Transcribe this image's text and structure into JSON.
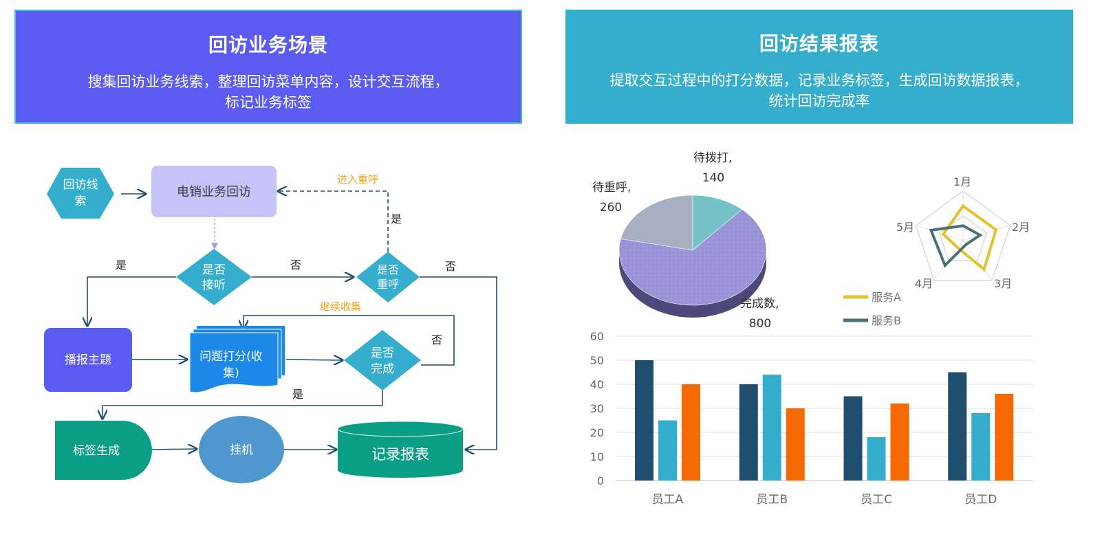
{
  "left_panel": {
    "title": "回访业务场景",
    "desc_line1": "搜集回访业务线索，整理回访菜单内容，设计交互流程，",
    "desc_line2": "标记业务标签"
  },
  "right_panel": {
    "title": "回访结果报表",
    "desc_line1": "提取交互过程中的打分数据，记录业务标签，生成回访数据报表，",
    "desc_line2": "统计回访完成率"
  },
  "flow": {
    "lead_l1": "回访线",
    "lead_l2": "索",
    "telesales": "电销业务回访",
    "answer_l1": "是否",
    "answer_l2": "接听",
    "recall_l1": "是否",
    "recall_l2": "重呼",
    "broadcast": "播报主题",
    "score_l1": "问题打分(收",
    "score_l2": "集)",
    "done_l1": "是否",
    "done_l2": "完成",
    "tag": "标签生成",
    "hangup": "挂机",
    "report": "记录报表",
    "enter_recall": "进入重呼",
    "continue_collect": "继续收集",
    "yes": "是",
    "no": "否"
  },
  "colors": {
    "left_banner": "#5b5bf3",
    "right_banner": "#35aecd",
    "bar_series": [
      "#1f4e6e",
      "#35aecd",
      "#f56a00"
    ],
    "radar_a": "#e2c12c",
    "radar_b": "#4a7078"
  },
  "chart_data": [
    {
      "type": "pie",
      "categories": [
        "完成数",
        "待重呼",
        "待拨打"
      ],
      "values": [
        800,
        260,
        140
      ],
      "colors": [
        "#9b94d9",
        "#a6b0c0",
        "#74c2c8"
      ]
    },
    {
      "type": "radar",
      "categories": [
        "1月",
        "2月",
        "3月",
        "4月",
        "5月"
      ],
      "series": [
        {
          "name": "服务A",
          "values": [
            0.7,
            0.7,
            0.72,
            0.18,
            0.42
          ]
        },
        {
          "name": "服务B",
          "values": [
            0.3,
            0.36,
            0.1,
            0.62,
            0.68
          ]
        }
      ],
      "ylim": [
        0,
        1
      ]
    },
    {
      "type": "bar",
      "categories": [
        "员工A",
        "员工B",
        "员工C",
        "员工D"
      ],
      "series": [
        {
          "values": [
            50,
            40,
            35,
            45
          ]
        },
        {
          "values": [
            25,
            44,
            18,
            28
          ]
        },
        {
          "values": [
            40,
            30,
            32,
            36
          ]
        }
      ],
      "yticks": [
        0,
        10,
        20,
        30,
        40,
        50,
        60
      ],
      "ylim": [
        0,
        60
      ],
      "grid": true
    }
  ]
}
